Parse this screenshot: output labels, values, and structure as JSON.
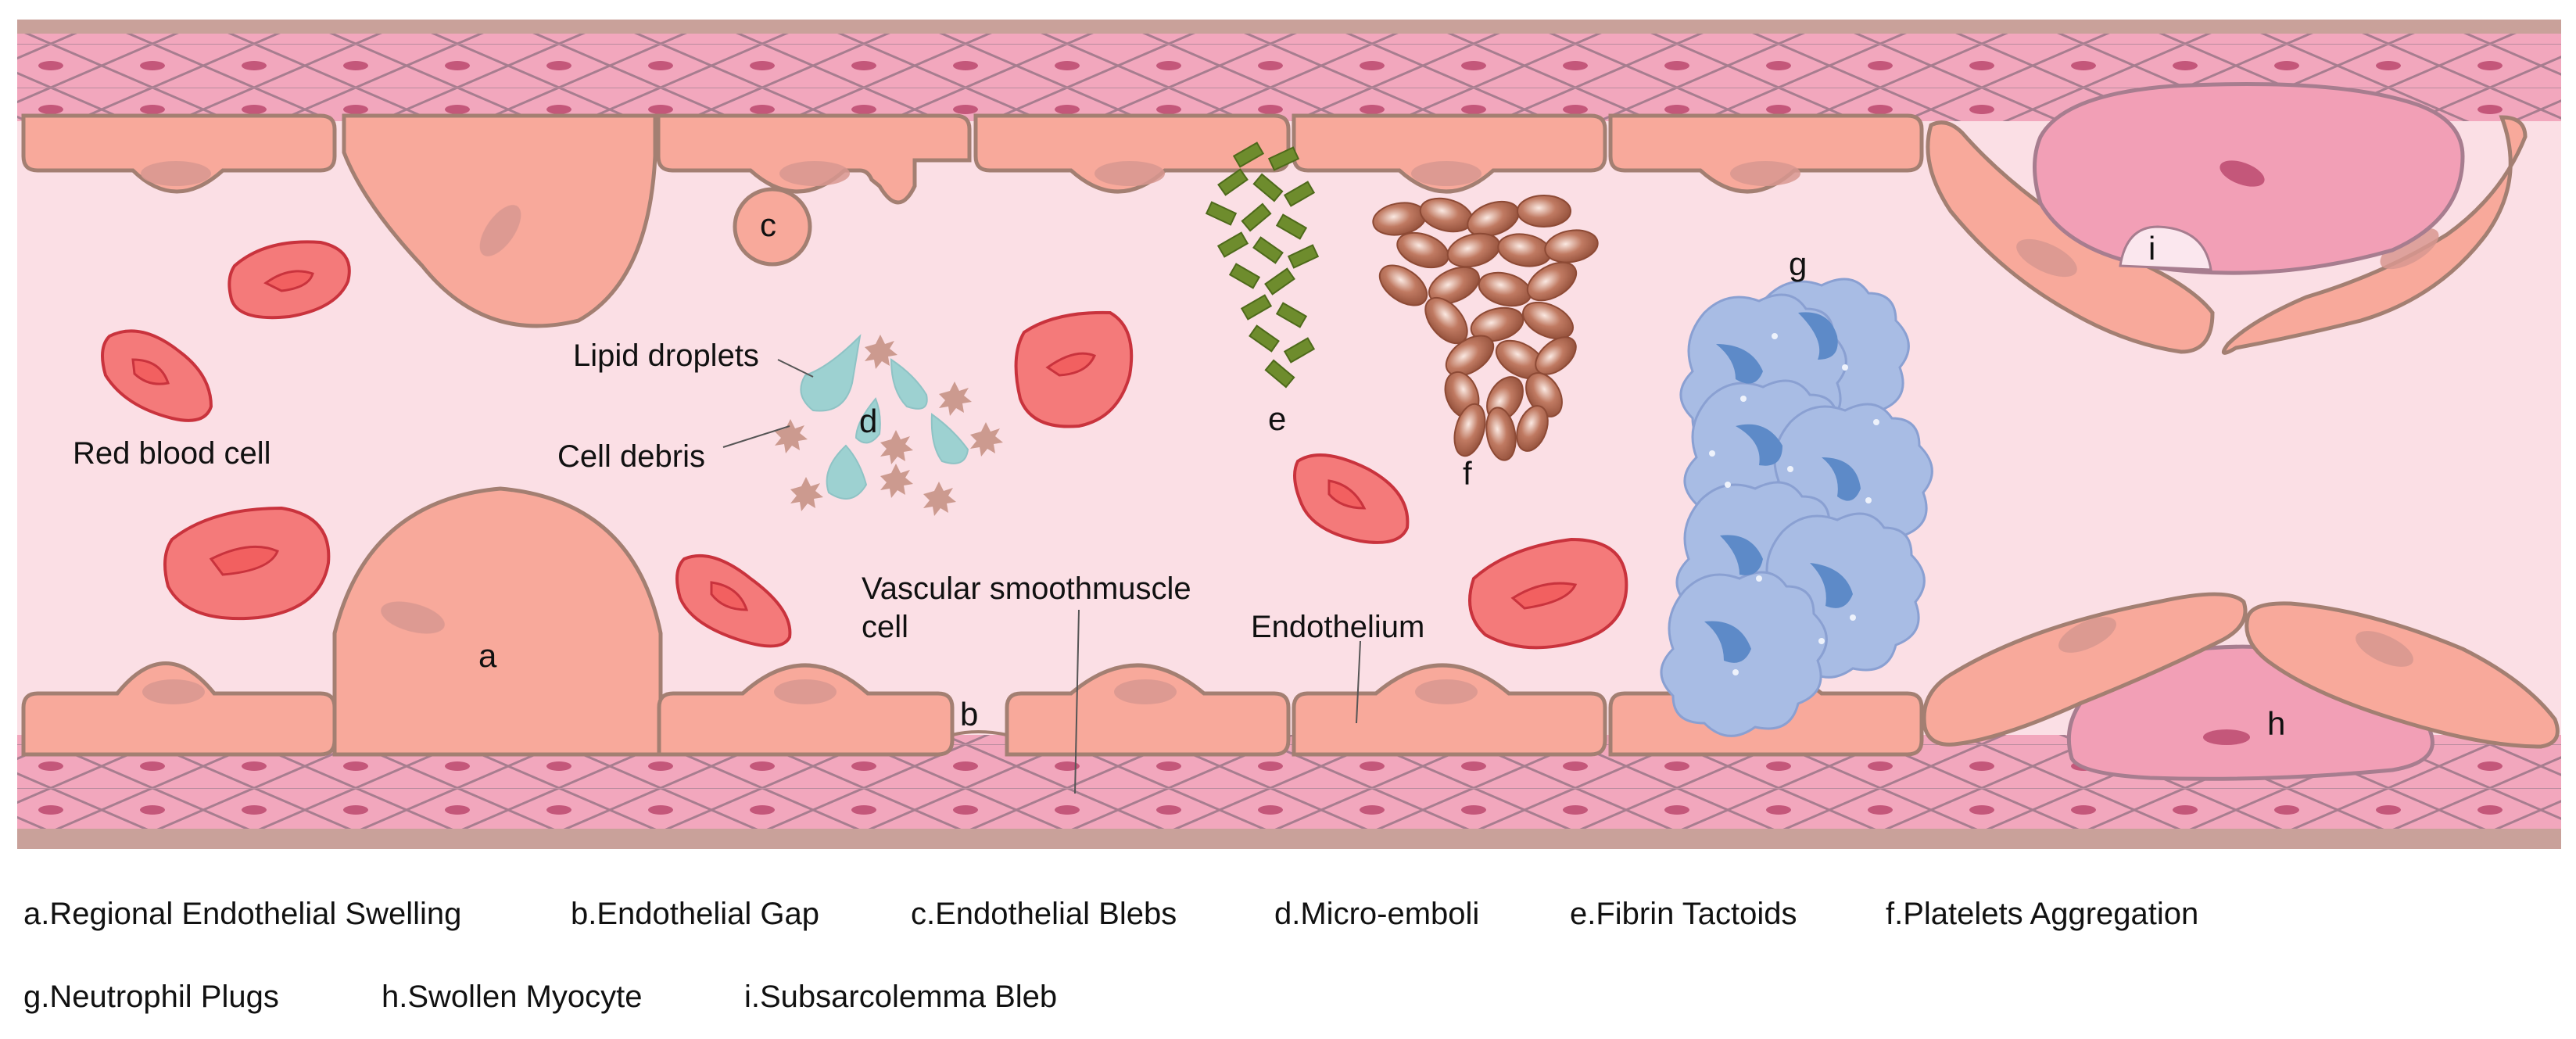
{
  "labels": {
    "a": "a",
    "b": "b",
    "c": "c",
    "d": "d",
    "e": "e",
    "f": "f",
    "g": "g",
    "h": "h",
    "i": "i",
    "red_blood_cell": "Red blood cell",
    "lipid_droplets": "Lipid droplets",
    "cell_debris": "Cell debris",
    "vsmc_line1": "Vascular smoothmuscle",
    "vsmc_line2": "cell",
    "endothelium": "Endothelium"
  },
  "legend": {
    "row1": [
      {
        "letter": "a.",
        "text": "Regional Endothelial Swelling"
      },
      {
        "letter": "b.",
        "text": "Endothelial Gap"
      },
      {
        "letter": "c.",
        "text": "Endothelial Blebs"
      },
      {
        "letter": "d.",
        "text": "Micro-emboli"
      },
      {
        "letter": "e.",
        "text": "Fibrin Tactoids"
      },
      {
        "letter": "f.",
        "text": "Platelets Aggregation"
      }
    ],
    "row2": [
      {
        "letter": "g.",
        "text": "Neutrophil Plugs"
      },
      {
        "letter": "h.",
        "text": "Swollen Myocyte"
      },
      {
        "letter": "i.",
        "text": "Subsarcolemma Bleb"
      }
    ]
  },
  "colors": {
    "lumen": "#fbdfe5",
    "wall_band": "#c9a19a",
    "smooth_muscle": "#f2a7bd",
    "smooth_muscle_stroke": "#a77d8f",
    "smooth_muscle_nucleus": "#c4577a",
    "endothelium_fill": "#f8a99b",
    "endothelium_stroke": "#a37f72",
    "endothelium_nucleus": "#e39a90",
    "rbc_fill": "#f47a7a",
    "rbc_stroke": "#c9333d",
    "lipid": "#9dd1d1",
    "debris": "#cc9a8f",
    "fibrin": "#6e8c2d",
    "platelet": "#a35d46",
    "neutrophil": "#a8bce4",
    "neutrophil_nucleus": "#5d8ac8",
    "myocyte": "#f29fb6"
  }
}
